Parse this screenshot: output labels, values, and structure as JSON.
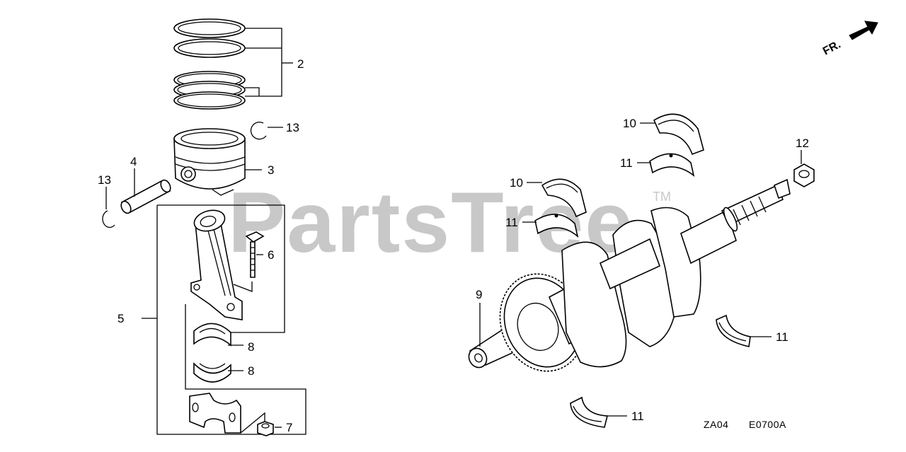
{
  "watermark": {
    "text": "PartsTree",
    "trademark": "TM"
  },
  "direction_indicator": {
    "label": "FR."
  },
  "drawing_codes": {
    "left": "ZA04",
    "right": "E0700A"
  },
  "callouts": {
    "ring_set": "2",
    "piston": "3",
    "piston_pin": "4",
    "connecting_rod_assy": "5",
    "rod_bolt": "6",
    "rod_nut": "7",
    "rod_bearing_upper": "8",
    "rod_bearing_lower": "8",
    "crankshaft": "9",
    "thrust_washer_upper": "10",
    "thrust_washer_lower": "10",
    "main_bearing_top": "11",
    "main_bearing_mid": "11",
    "main_bearing_right": "11",
    "main_bearing_bottom": "11",
    "crank_nut": "12",
    "clip_right": "13",
    "clip_left": "13"
  }
}
